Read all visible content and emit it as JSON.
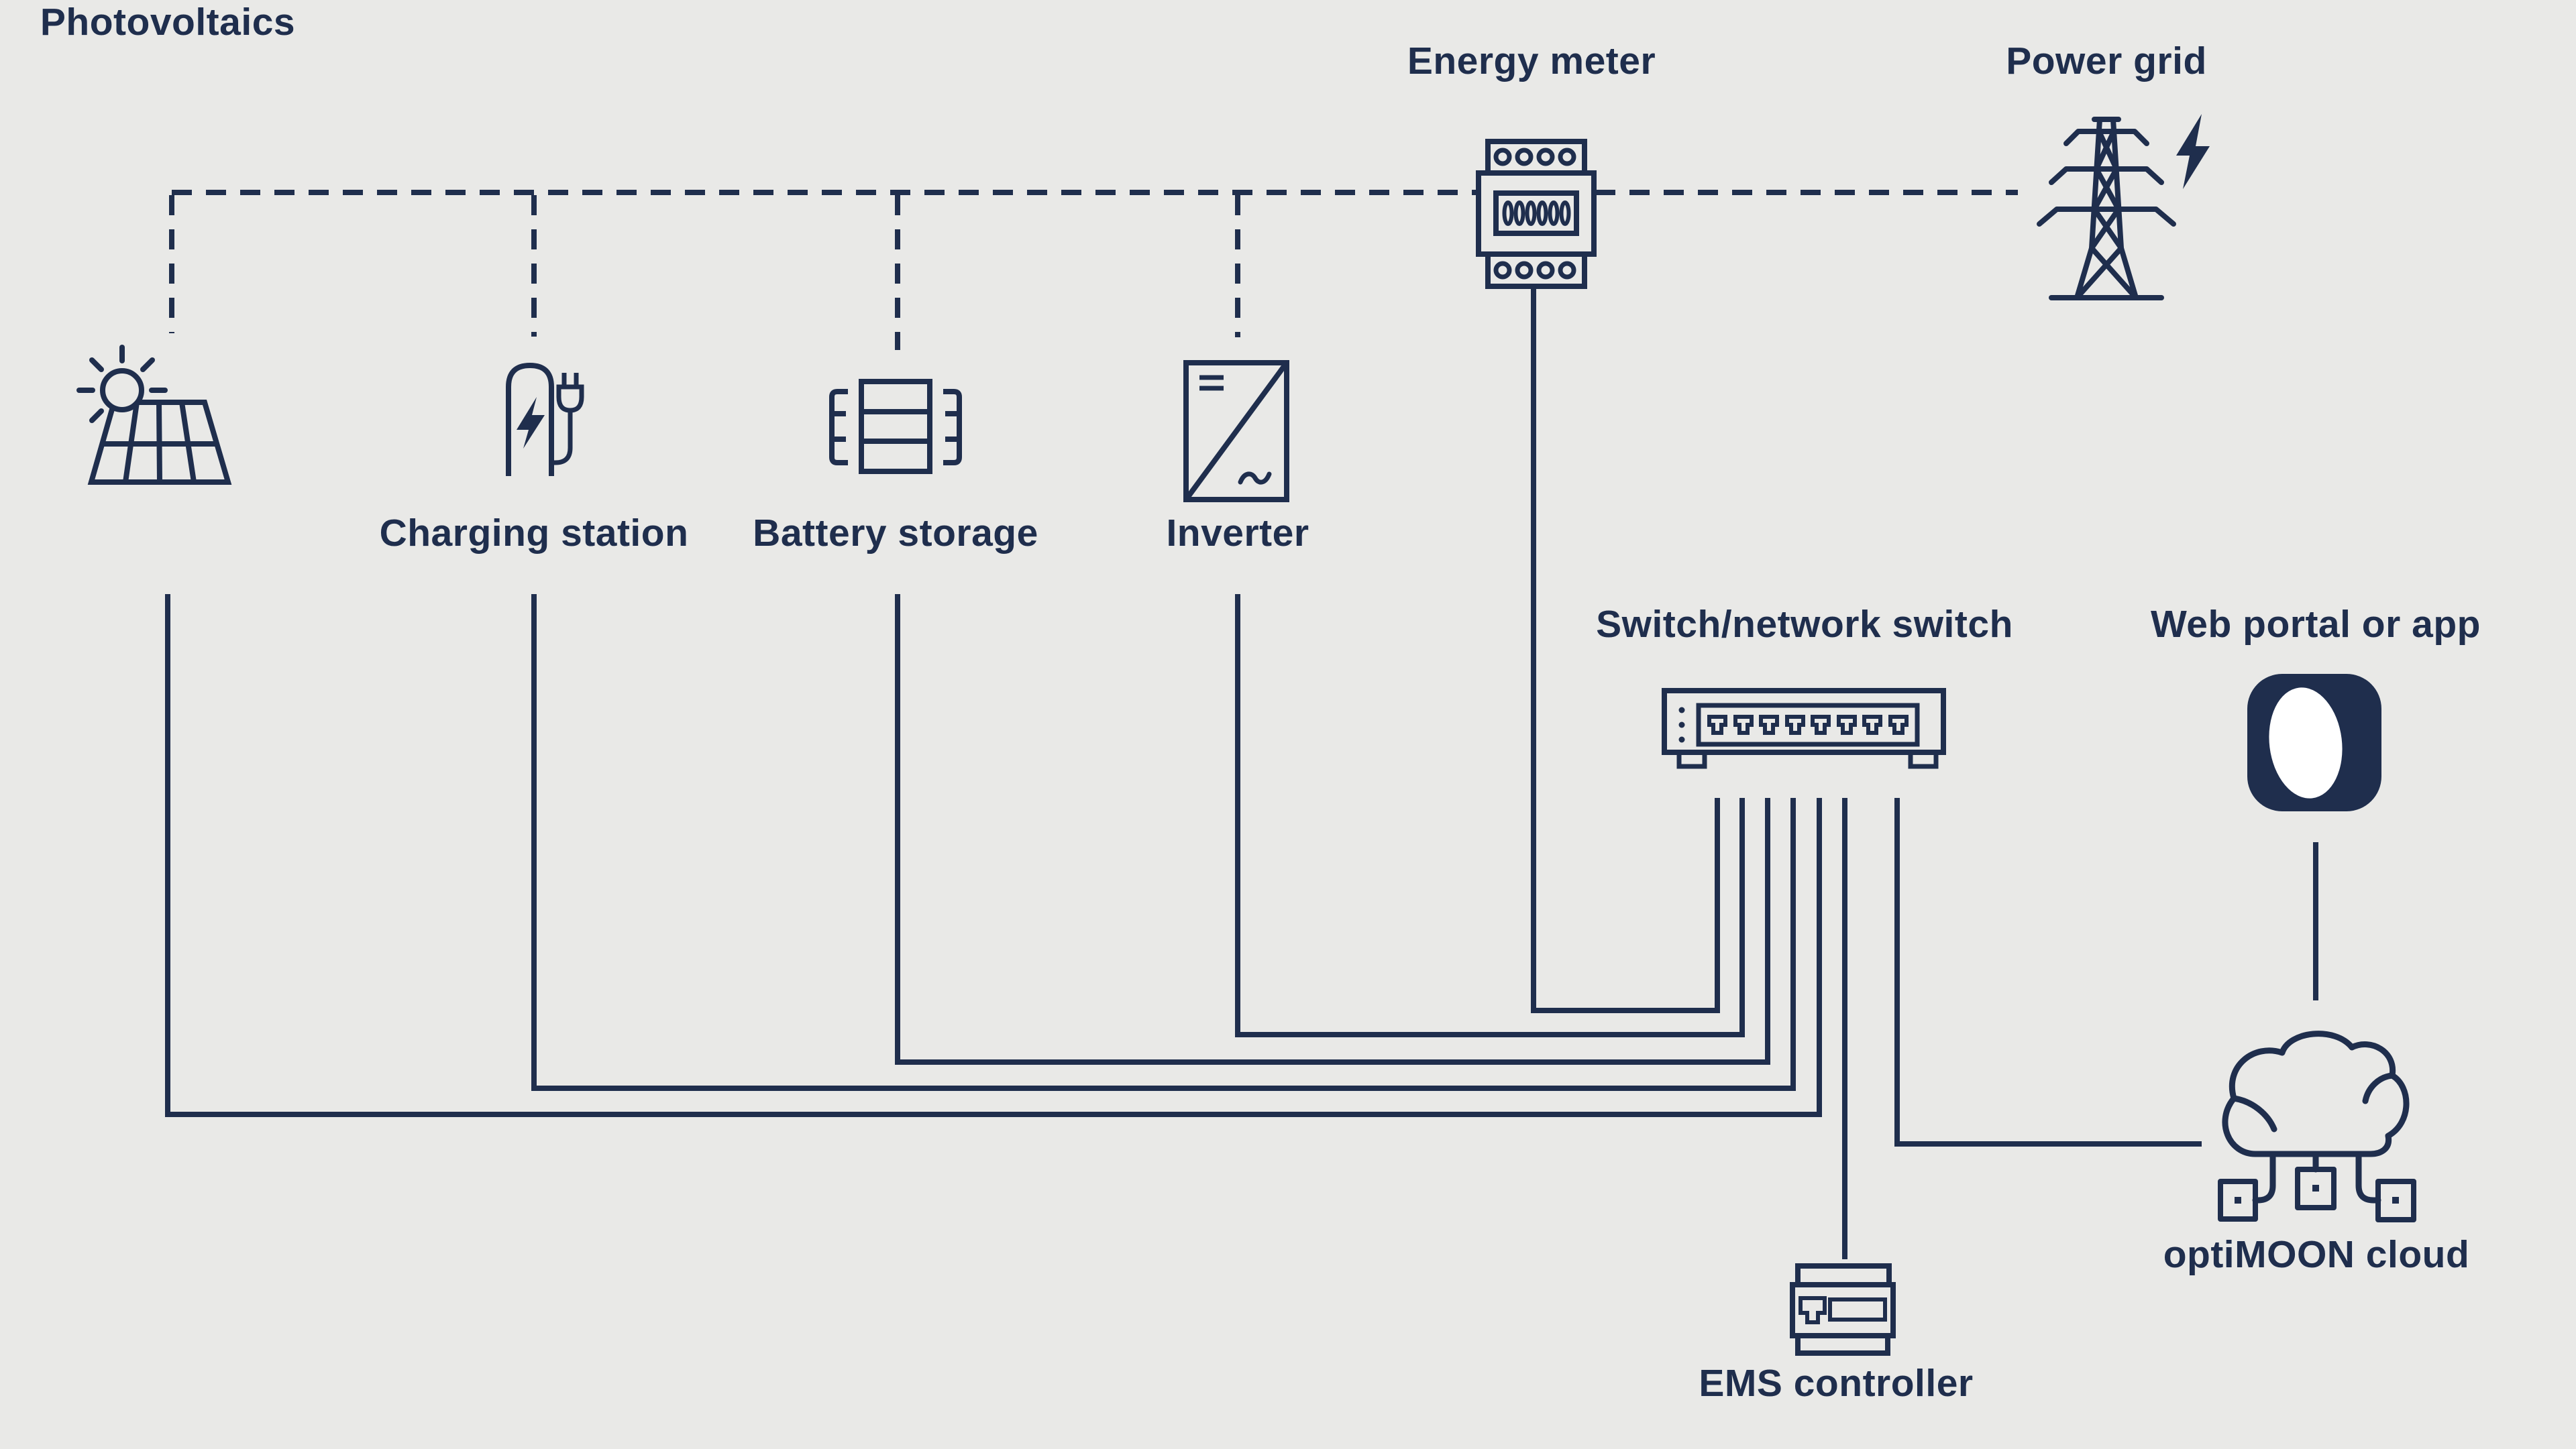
{
  "colors": {
    "background": "#e9e9e7",
    "ink": "#1f2e4d",
    "portal_blob": "#ffffff"
  },
  "nodes": {
    "photovoltaics": {
      "label": "Photovoltaics",
      "icon": "solar-panel-icon"
    },
    "charging_station": {
      "label": "Charging station",
      "icon": "ev-charger-icon"
    },
    "battery_storage": {
      "label": "Battery storage",
      "icon": "battery-rack-icon"
    },
    "inverter": {
      "label": "Inverter",
      "icon": "inverter-icon"
    },
    "energy_meter": {
      "label": "Energy meter",
      "icon": "energy-meter-icon"
    },
    "power_grid": {
      "label": "Power grid",
      "icon": "transmission-tower-icon"
    },
    "network_switch": {
      "label": "Switch/network switch",
      "icon": "network-switch-icon"
    },
    "web_portal": {
      "label": "Web portal or app",
      "icon": "app-icon"
    },
    "ems_controller": {
      "label": "EMS controller",
      "icon": "ems-controller-icon"
    },
    "cloud": {
      "label": "optiMOON cloud",
      "icon": "cloud-icon"
    }
  },
  "connections": [
    {
      "from": "photovoltaics",
      "to": "energy_meter",
      "style": "dashed"
    },
    {
      "from": "charging_station",
      "to": "energy_meter",
      "style": "dashed"
    },
    {
      "from": "battery_storage",
      "to": "energy_meter",
      "style": "dashed"
    },
    {
      "from": "inverter",
      "to": "energy_meter",
      "style": "dashed"
    },
    {
      "from": "energy_meter",
      "to": "power_grid",
      "style": "dashed"
    },
    {
      "from": "energy_meter",
      "to": "network_switch",
      "style": "solid"
    },
    {
      "from": "inverter",
      "to": "network_switch",
      "style": "solid"
    },
    {
      "from": "battery_storage",
      "to": "network_switch",
      "style": "solid"
    },
    {
      "from": "charging_station",
      "to": "network_switch",
      "style": "solid"
    },
    {
      "from": "photovoltaics",
      "to": "network_switch",
      "style": "solid"
    },
    {
      "from": "network_switch",
      "to": "ems_controller",
      "style": "solid"
    },
    {
      "from": "network_switch",
      "to": "cloud",
      "style": "solid"
    },
    {
      "from": "web_portal",
      "to": "cloud",
      "style": "solid"
    }
  ]
}
